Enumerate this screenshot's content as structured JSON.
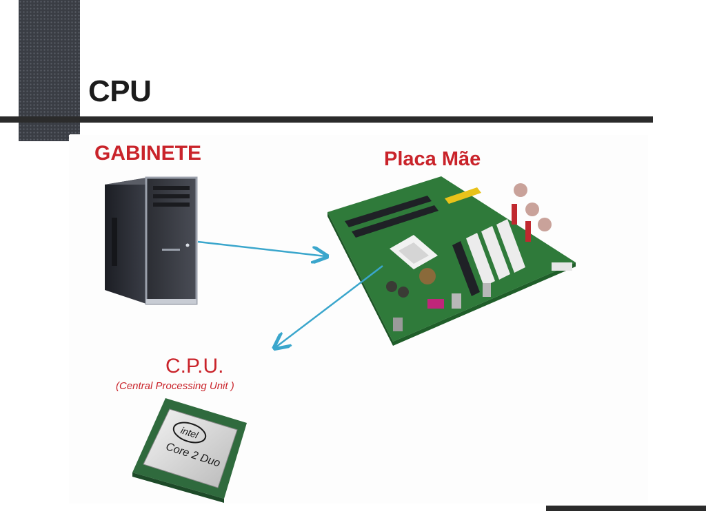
{
  "slide": {
    "title": "CPU"
  },
  "figure": {
    "labels": {
      "gabinete": "GABINETE",
      "placa_mae": "Placa Mãe",
      "cpu": "C.P.U.",
      "cpu_full": "(Central Processing Unit )"
    },
    "chip": {
      "brand": "intel",
      "model": "Core 2 Duo"
    },
    "colors": {
      "label": "#c9232a",
      "arrow": "#3aa6cc",
      "board": "#2f7a3a",
      "rule": "#2b2b2b"
    }
  }
}
